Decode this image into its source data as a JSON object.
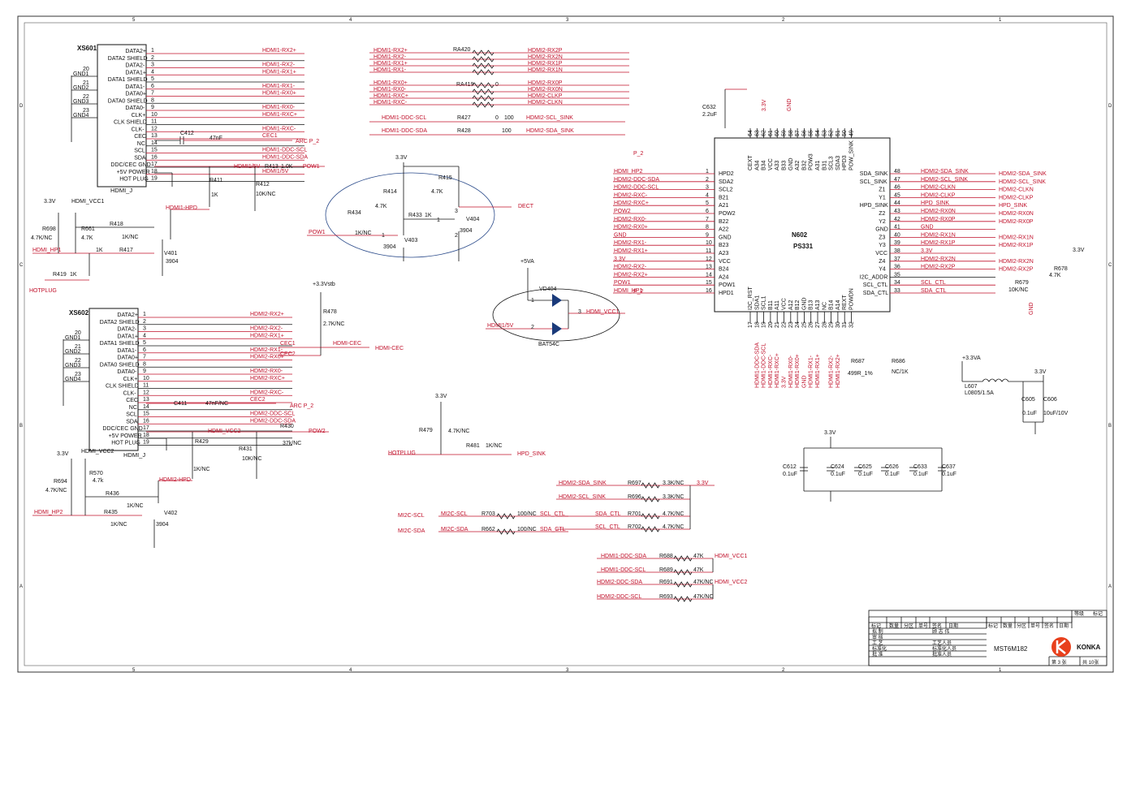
{
  "border": {
    "top_numbers": [
      "5",
      "4",
      "3",
      "2",
      "1"
    ],
    "side_letters": [
      "D",
      "C",
      "B",
      "A"
    ]
  },
  "xs601": {
    "ref": "XS601",
    "name": "HDMI_J",
    "pins": [
      "DATA2+",
      "DATA2 SHIELD",
      "DATA2-",
      "DATA1+",
      "DATA1 SHIELD",
      "DATA1-",
      "DATA0+",
      "DATA0 SHIELD",
      "DATA0-",
      "CLK+",
      "CLK SHIELD",
      "CLK-",
      "CEC",
      "NC",
      "SCL",
      "SDA",
      "DDC/CEC GND",
      "+5V POWER",
      "HOT PLUG"
    ],
    "nums": [
      "1",
      "2",
      "3",
      "4",
      "5",
      "6",
      "7",
      "8",
      "9",
      "10",
      "11",
      "12",
      "13",
      "14",
      "15",
      "16",
      "17",
      "18",
      "19"
    ],
    "nets": [
      "HDMI1-RX2+",
      "",
      "HDMI1-RX2-",
      "HDMI1-RX1+",
      "",
      "HDMI1-RX1-",
      "HDMI1-RX0+",
      "",
      "HDMI1-RX0-",
      "HDMI1-RXC+",
      "",
      "HDMI1-RXC-",
      "CEC1",
      "",
      "HDMI1-DDC-SCL",
      "HDMI1-DDC-SDA",
      "",
      "HDMI1/5V",
      ""
    ],
    "gnds": [
      "GND1",
      "GND2",
      "GND3",
      "GND4"
    ],
    "gnd_nums": [
      "20",
      "21",
      "22",
      "23"
    ]
  },
  "xs602": {
    "ref": "XS602",
    "name": "HDMI_J",
    "pins": [
      "DATA2+",
      "DATA2 SHIELD",
      "DATA2-",
      "DATA1+",
      "DATA1 SHIELD",
      "DATA1-",
      "DATA0+",
      "DATA0 SHIELD",
      "DATA0-",
      "CLK+",
      "CLK SHIELD",
      "CLK-",
      "CEC",
      "NC",
      "SCL",
      "SDA",
      "DDC/CEC GND",
      "+5V POWER",
      "HOT PLUG"
    ],
    "nums": [
      "1",
      "2",
      "3",
      "4",
      "5",
      "6",
      "7",
      "8",
      "9",
      "10",
      "11",
      "12",
      "13",
      "14",
      "15",
      "16",
      "17",
      "18",
      "19"
    ],
    "nets": [
      "HDMI2-RX2+",
      "",
      "HDMI2-RX2-",
      "HDMI2-RX1+",
      "",
      "HDMI2-RX1-",
      "HDMI2-RX0+",
      "",
      "HDMI2-RX0-",
      "HDMI2-RXC+",
      "",
      "HDMI2-RXC-",
      "CEC2",
      "",
      "HDMI2-DDC-SCL",
      "HDMI2-DDC-SDA",
      "",
      "",
      ""
    ],
    "gnds": [
      "GND1",
      "GND2",
      "GND3",
      "GND4"
    ],
    "gnd_nums": [
      "20",
      "21",
      "22",
      "23"
    ]
  },
  "top_left_misc": {
    "c412": "C412",
    "c412_val": "47nF",
    "arc1": "ARC P_2",
    "r413": "R413",
    "r413_val": "1.0K",
    "pow1": "POW1",
    "hdmi15v": "HDMI1/5V",
    "r411": "R411",
    "r411_val": "1K",
    "r412": "R412",
    "r412_val": "10K/NC",
    "hpd1": "HDMI1-HPD",
    "v33a": "3.3V",
    "vcc1": "HDMI_VCC1",
    "r698": "R698",
    "r698_val": "4.7K/NC",
    "r661": "R661",
    "r661_val": "4.7K",
    "r418": "R418",
    "r418_val": "1K/NC",
    "r417": "R417",
    "r417_val": "1K",
    "hp1": "HDMI_HP1",
    "v401": "V401",
    "v401_val": "3904",
    "r419": "R419",
    "r419_val": "1K",
    "hotplug": "HOTPLUG"
  },
  "bottom_left_misc": {
    "c411": "C411",
    "c411_val": "47nF/NC",
    "arc2": "ARC P_2",
    "r430": "R430",
    "r430_val": "37k/NC",
    "pow2": "POW2",
    "vcc2": "HDMI_VCC2",
    "r429": "R429",
    "r429_val": "1K/NC",
    "r431": "R431",
    "r431_val": "10K/NC",
    "hpd2": "HDMI2-HPD",
    "v33b": "3.3V",
    "vcc2b": "HDMI_VCC2",
    "r694": "R694",
    "r694_val": "4.7K/NC",
    "r570": "R570",
    "r570_val": "4.7k",
    "r436": "R436",
    "r436_val": "1K/NC",
    "r435": "R435",
    "r435_val": "1K/NC",
    "hp2": "HDMI_HP2",
    "v402": "V402",
    "v402_val": "3904"
  },
  "cec_block": {
    "v33stb": "+3.3Vstb",
    "r478": "R478",
    "r478_val": "2.7K/NC",
    "cec1": "CEC1",
    "cec2": "CEC2",
    "hdmicec": "HDMI-CEC",
    "hdmicec2": "HDMI-CEC"
  },
  "ra_block": {
    "ra420": "RA420",
    "ra419": "RA419",
    "left": [
      "HDMI1-RX2+",
      "HDMI1-RX2-",
      "HDMI1-RX1+",
      "HDMI1-RX1-",
      "HDMI1-RX0+",
      "HDMI1-RX0-",
      "HDMI1-RXC+",
      "HDMI1-RXC-"
    ],
    "right": [
      "HDMI2-RX2P",
      "HDMI2-RX2N",
      "HDMI2-RX1P",
      "HDMI2-RX1N",
      "HDMI2-RX0P",
      "HDMI2-RX0N",
      "HDMI2-CLKP",
      "HDMI2-CLKN"
    ],
    "zero_a": "0",
    "zero_b": "0",
    "r427": "R427",
    "r427_val": "100",
    "r427_zero": "0",
    "r428": "R428",
    "r428_val": "100",
    "scl_l": "HDMI1-DDC-SCL",
    "sda_l": "HDMI1-DDC-SDA",
    "scl_r": "HDMI2-SCL_SINK",
    "sda_r": "HDMI2-SDA_SINK"
  },
  "dect_block": {
    "v33": "3.3V",
    "r414": "R414",
    "r414_val": "4.7K",
    "r415": "R415",
    "r415_val": "4.7K",
    "r434": "R434",
    "r434_val": "1K/NC",
    "r433": "R433",
    "r433_val": "1K",
    "v403": "V403",
    "v403_val": "3904",
    "v404": "V404",
    "v404_val": "3904",
    "pow1": "POW1",
    "dect": "DECT",
    "n1": "1",
    "n2": "2",
    "n3": "3"
  },
  "diode_block": {
    "v5va": "+5VA",
    "vd404": "VD404",
    "bat": "BAT54C",
    "in": "HDMI1/5V",
    "out": "HDMI_VCC1",
    "p1": "1",
    "p2": "2",
    "p3": "3"
  },
  "hpd_block": {
    "v33": "3.3V",
    "r479": "R479",
    "r479_val": "4.7K/NC",
    "r481": "R481",
    "r481_val": "1K/NC",
    "hotplug": "HOTPLUG",
    "hpd": "HPD_SINK"
  },
  "n602": {
    "ref": "N602",
    "part": "PS331",
    "top_pins": [
      "CEXT",
      "A34",
      "B34",
      "VCC",
      "A33",
      "B33",
      "GND",
      "A32",
      "B32",
      "POW3",
      "A31",
      "B31",
      "SCL3",
      "SDA3",
      "HPD3",
      "POW_SINK"
    ],
    "top_nums": [
      "64",
      "63",
      "62",
      "61",
      "60",
      "59",
      "58",
      "57",
      "56",
      "55",
      "54",
      "53",
      "52",
      "51",
      "50",
      "49"
    ],
    "left_pins": [
      "HPD2",
      "SDA2",
      "SCL2",
      "B21",
      "A21",
      "POW2",
      "B22",
      "A22",
      "GND",
      "B23",
      "A23",
      "VCC",
      "B24",
      "A24",
      "POW1",
      "HPD1"
    ],
    "left_nums": [
      "1",
      "2",
      "3",
      "4",
      "5",
      "6",
      "7",
      "8",
      "9",
      "10",
      "11",
      "12",
      "13",
      "14",
      "15",
      "16"
    ],
    "left_nets": [
      "HDMI_HP2",
      "HDMI2-DDC-SDA",
      "HDMI2-DDC-SCL",
      "HDMI2-RXC-",
      "HDMI2-RXC+",
      "POW2",
      "HDMI2-RX0-",
      "HDMI2-RX0+",
      "GND",
      "HDMI2-RX1-",
      "HDMI2-RX1+",
      "3.3V",
      "HDMI2-RX2-",
      "HDMI2-RX2+",
      "POW1",
      "HDMI_HP1"
    ],
    "right_pins": [
      "SDA_SINK",
      "SCL_SINK",
      "Z1",
      "Y1",
      "HPD_SINK",
      "Z2",
      "Y2",
      "GND",
      "Z3",
      "Y3",
      "VCC",
      "Z4",
      "Y4",
      "I2C_ADDR",
      "SCL_CTL",
      "SDA_CTL"
    ],
    "right_nums": [
      "48",
      "47",
      "46",
      "45",
      "44",
      "43",
      "42",
      "41",
      "40",
      "39",
      "38",
      "37",
      "36",
      "35",
      "34",
      "33"
    ],
    "right_nets": [
      "HDMI2-SDA_SINK",
      "HDMI2-SCL_SINK",
      "HDMI2-CLKN",
      "HDMI2-CLKP",
      "HPD_SINK",
      "HDMI2-RX0N",
      "HDMI2-RX0P",
      "GND",
      "HDMI2-RX1N",
      "HDMI2-RX1P",
      "3.3V",
      "HDMI2-RX2N",
      "HDMI2-RX2P",
      "",
      "SCL_CTL",
      "SDA_CTL"
    ],
    "right_out": [
      "HDMI2-SDA_SINK",
      "HDMI2-SCL_SINK",
      "HDMI2-CLKN",
      "HDMI2-CLKP",
      "HPD_SINK",
      "HDMI2-RX0N",
      "HDMI2-RX0P",
      "",
      "HDMI2-RX1N",
      "HDMI2-RX1P",
      "",
      "HDMI2-RX2N",
      "HDMI2-RX2P",
      "",
      "",
      ""
    ],
    "bottom_pins": [
      "I2C_RST",
      "SDA1",
      "SCL1",
      "B11",
      "A11",
      "VCC",
      "A12",
      "B12",
      "GND",
      "B13",
      "A13",
      "NC",
      "B14",
      "A14",
      "REXT",
      "POWDN"
    ],
    "bottom_nums": [
      "17",
      "18",
      "19",
      "20",
      "21",
      "22",
      "23",
      "24",
      "25",
      "26",
      "27",
      "28",
      "29",
      "30",
      "31",
      "32"
    ],
    "bottom_nets": [
      "",
      "HDMI1-DDC-SDA",
      "HDMI1-DDC-SCL",
      "HDMI1-RXC-",
      "HDMI1-RXC+",
      "3.3V",
      "HDMI1-RX0-",
      "HDMI1-RX0+",
      "GND",
      "HDMI1-RX1-",
      "HDMI1-RX1+",
      "",
      "HDMI1-RX2-",
      "HDMI1-RX2+",
      "",
      ""
    ],
    "p2a": "P_2",
    "p2b": "P_2",
    "c632": "C632",
    "c632_val": "2.2uF",
    "v33": "3.3V",
    "gnd": "GND",
    "r687": "R687",
    "r687_val": "499R_1%",
    "r686": "R686",
    "r686_val": "NC/1K",
    "r678": "R678",
    "r678_val": "4.7K",
    "r679": "R679",
    "r679_val": "10K/NC",
    "v33r": "3.3V",
    "gndr": "GND"
  },
  "power_block": {
    "v33va": "+3.3VA",
    "l607": "L607",
    "l607_val": "L0805/1.5A",
    "v33": "3.3V",
    "c605": "C605",
    "c605_val": "0.1uF",
    "c606": "C606",
    "c606_val": "10uF/10V"
  },
  "decoup_block": {
    "v33": "3.3V",
    "caps": [
      "C612",
      "C624",
      "C625",
      "C626",
      "C633",
      "C637"
    ],
    "vals": [
      "0.1uF",
      "0.1uF",
      "0.1uF",
      "0.1uF",
      "0.1uF",
      "0.1uF"
    ]
  },
  "i2c_block": {
    "v33": "3.3V",
    "rows": [
      {
        "l": "HDMI2-SDA_SINK",
        "r": "R697",
        "v": "3.3K/NC",
        "o": "3.3V"
      },
      {
        "l": "HDMI2-SCL_SINK",
        "r": "R696",
        "v": "3.3K/NC",
        "o": ""
      },
      {
        "l": "SDA_CTL",
        "r": "R701",
        "v": "4.7K/NC",
        "o": ""
      },
      {
        "l": "SCL_CTL",
        "r": "R702",
        "v": "4.7K/NC",
        "o": ""
      }
    ],
    "mi2c": [
      {
        "in": "MI2C-SCL",
        "l": "MI2C-SCL",
        "r": "R703",
        "v": "100/NC",
        "o": "SCL_CTL"
      },
      {
        "in": "MI2C-SDA",
        "l": "MI2C-SDA",
        "r": "R662",
        "v": "100/NC",
        "o": "SDA_CTL"
      }
    ],
    "ddc": [
      {
        "l": "HDMI1-DDC-SDA",
        "r": "R688",
        "v": "47K",
        "o": "HDMI_VCC1"
      },
      {
        "l": "HDMI1-DDC-SCL",
        "r": "R689",
        "v": "47K",
        "o": ""
      },
      {
        "l": "HDMI2-DDC-SDA",
        "r": "R691",
        "v": "47K/NC",
        "o": "HDMI_VCC2"
      },
      {
        "l": "HDMI2-DDC-SCL",
        "r": "R693",
        "v": "47K/NC",
        "o": ""
      }
    ]
  },
  "title_block": {
    "hdr_r": [
      "等级",
      "标记"
    ],
    "cols_a": [
      "标记",
      "数量",
      "分区",
      "单号",
      "签名",
      "日期"
    ],
    "cols_b": [
      "标记",
      "数量",
      "分区",
      "单号",
      "签名",
      "日期"
    ],
    "rows": [
      [
        "拟 制",
        "顾 志 伟"
      ],
      [
        "审 核",
        ""
      ],
      [
        "工 艺",
        "工艺人员"
      ],
      [
        "标准化",
        "标准化人员"
      ],
      [
        "批 准",
        "批准人员"
      ]
    ],
    "model": "MST6M182",
    "brand": "KONKA",
    "sheet": "第 3 张",
    "total": "共 10张",
    "brand_color": "#e8401c"
  }
}
